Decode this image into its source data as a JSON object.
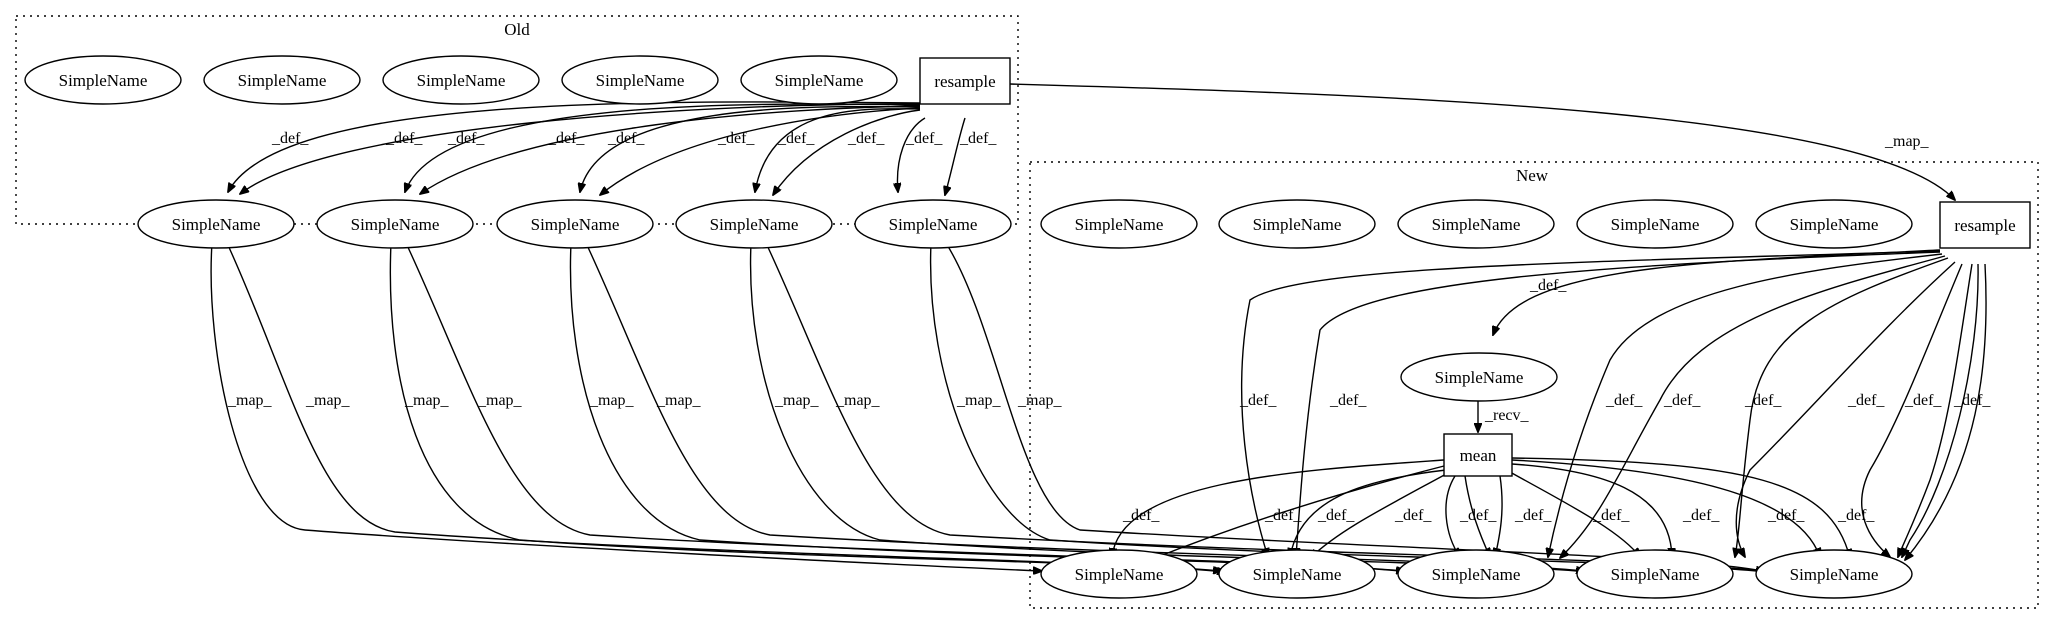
{
  "clusters": {
    "old": {
      "label": "Old"
    },
    "new": {
      "label": "New"
    }
  },
  "nodes": {
    "old_resample": "resample",
    "new_resample": "resample",
    "mean": "mean",
    "simple_name": "SimpleName"
  },
  "edge_labels": {
    "def": "_def_",
    "map": "_map_",
    "recv": "_recv_"
  },
  "edges": {
    "old_def_count": 10,
    "old_to_new_map_count": 10,
    "new_resample_def_count": 11,
    "mean_def_count": 10,
    "recv_count": 1
  }
}
